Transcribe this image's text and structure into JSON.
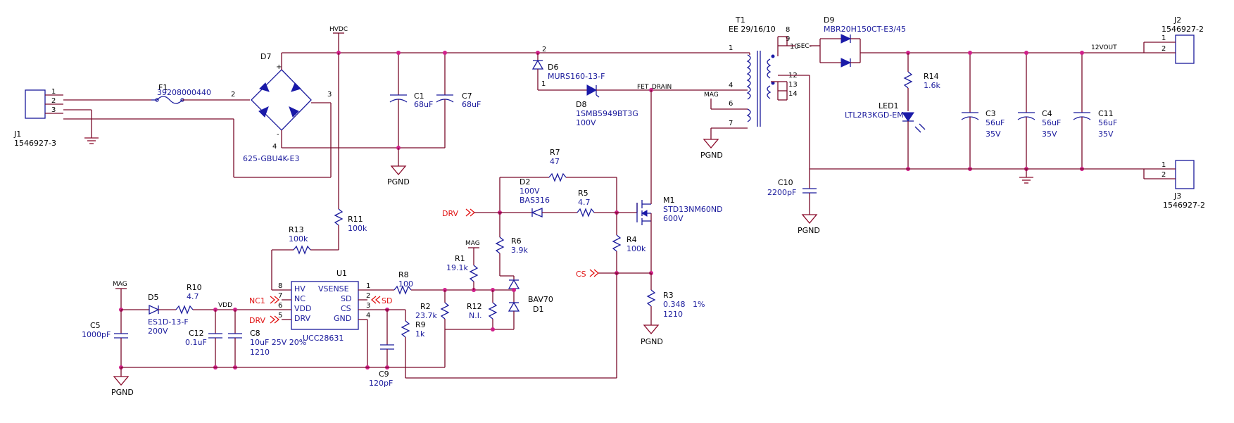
{
  "components": {
    "J1": {
      "ref": "J1",
      "value": "1546927-3",
      "pins": [
        "1",
        "2",
        "3"
      ]
    },
    "F1": {
      "ref": "F1",
      "value": "39208000440",
      "pin": "2"
    },
    "D7": {
      "ref": "D7",
      "value": "625-GBU4K-E3",
      "pin3": "3",
      "pin4": "4",
      "plus": "+",
      "minus": "-"
    },
    "HVDC": {
      "label": "HVDC"
    },
    "C1": {
      "ref": "C1",
      "value": "68uF"
    },
    "C7": {
      "ref": "C7",
      "value": "68uF"
    },
    "PGND": {
      "label": "PGND"
    },
    "D6": {
      "ref": "D6",
      "value": "MURS160-13-F",
      "pin1": "1",
      "pin2": "2"
    },
    "D8": {
      "ref": "D8",
      "value": "1SMB5949BT3G",
      "volt": "100V"
    },
    "FET_DRAIN": {
      "label": "FET_DRAIN"
    },
    "T1": {
      "ref": "T1",
      "value": "EE 29/16/10",
      "pins": [
        "1",
        "4",
        "6",
        "7",
        "8",
        "9",
        "10",
        "12",
        "13",
        "14"
      ]
    },
    "MAG": {
      "label": "MAG"
    },
    "D9": {
      "ref": "D9",
      "value": "MBR20H150CT-E3/45"
    },
    "SEC": {
      "label": "SEC-"
    },
    "J2": {
      "ref": "J2",
      "value": "1546927-2",
      "pins": [
        "1",
        "2"
      ]
    },
    "VOUT": {
      "label": "12VOUT"
    },
    "R14": {
      "ref": "R14",
      "value": "1.6k"
    },
    "LED1": {
      "ref": "LED1",
      "value": "LTL2R3KGD-EM"
    },
    "C3": {
      "ref": "C3",
      "value": "56uF",
      "volt": "35V"
    },
    "C4": {
      "ref": "C4",
      "value": "56uF",
      "volt": "35V"
    },
    "C11": {
      "ref": "C11",
      "value": "56uF",
      "volt": "35V"
    },
    "J3": {
      "ref": "J3",
      "value": "1546927-2",
      "pins": [
        "1",
        "2"
      ]
    },
    "C10": {
      "ref": "C10",
      "value": "2200pF"
    },
    "R7": {
      "ref": "R7",
      "value": "47"
    },
    "D2": {
      "ref": "D2",
      "volt": "100V",
      "value": "BAS316"
    },
    "R5": {
      "ref": "R5",
      "value": "4.7"
    },
    "M1": {
      "ref": "M1",
      "value": "STD13NM60ND",
      "volt": "600V"
    },
    "DRV": {
      "label": "DRV"
    },
    "R6": {
      "ref": "R6",
      "value": "3.9k"
    },
    "R4": {
      "ref": "R4",
      "value": "100k"
    },
    "CS": {
      "label": "CS"
    },
    "R11": {
      "ref": "R11",
      "value": "100k"
    },
    "R13": {
      "ref": "R13",
      "value": "100k"
    },
    "U1": {
      "ref": "U1",
      "value": "UCC28631",
      "pins_left": [
        "HV",
        "NC",
        "VDD",
        "DRV"
      ],
      "pins_right": [
        "VSENSE",
        "SD",
        "CS",
        "GND"
      ],
      "nums_left": [
        "8",
        "7",
        "6",
        "5"
      ],
      "nums_right": [
        "1",
        "2",
        "3",
        "4"
      ]
    },
    "NC1": {
      "label": "NC1"
    },
    "SD": {
      "label": "SD"
    },
    "R8": {
      "ref": "R8",
      "value": "100"
    },
    "R1": {
      "ref": "R1",
      "value": "19.1k"
    },
    "R2": {
      "ref": "R2",
      "value": "23.7k"
    },
    "R12": {
      "ref": "R12",
      "value": "N.I."
    },
    "D1": {
      "ref": "D1",
      "value": "BAV70"
    },
    "R9": {
      "ref": "R9",
      "value": "1k"
    },
    "C9": {
      "ref": "C9",
      "value": "120pF"
    },
    "R3": {
      "ref": "R3",
      "value": "0.348",
      "tol": "1%",
      "pkg": "1210"
    },
    "D5": {
      "ref": "D5",
      "value": "ES1D-13-F",
      "volt": "200V"
    },
    "R10": {
      "ref": "R10",
      "value": "4.7"
    },
    "VDD": {
      "label": "VDD"
    },
    "C5": {
      "ref": "C5",
      "value": "1000pF"
    },
    "C12": {
      "ref": "C12",
      "value": "0.1uF"
    },
    "C8": {
      "ref": "C8",
      "value": "10uF 25V 20%",
      "pkg": "1210"
    }
  },
  "colors": {
    "wire": "#7a0a2a",
    "component": "#1a1a9c",
    "port": "#e01010",
    "junction": "#d0208a"
  }
}
